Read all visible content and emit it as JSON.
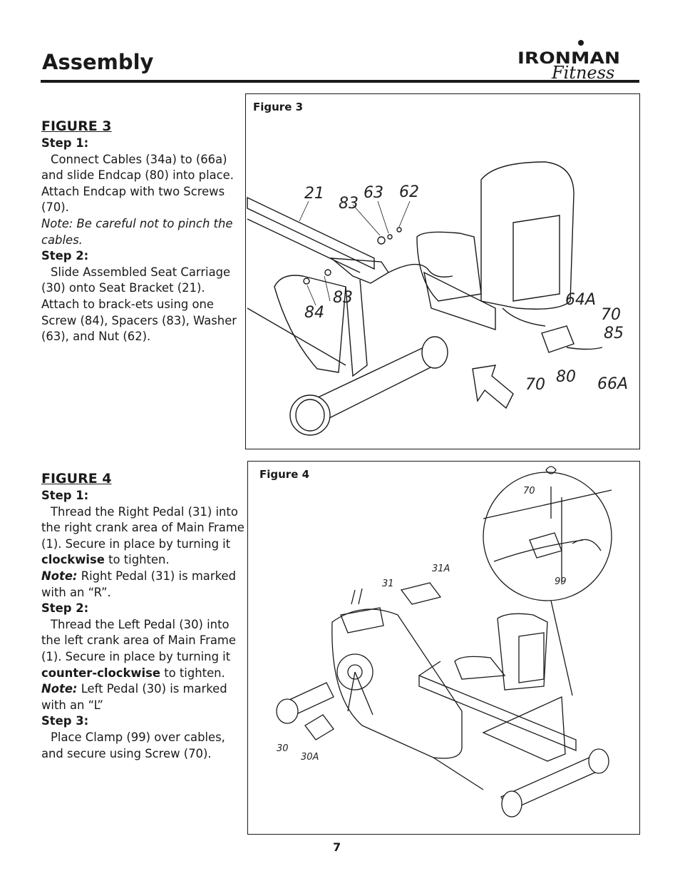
{
  "header": {
    "title": "Assembly",
    "logo": {
      "brand_top": "IRONMAN",
      "brand_bottom": "Fitness"
    }
  },
  "figure3": {
    "heading": "FIGURE 3",
    "step1_label": "Step 1:",
    "step1_text": "Connect Cables (34a) to (66a) and slide Endcap (80) into place.  Attach Endcap with two Screws (70).",
    "note": "Note:  Be careful not to pinch the cables.",
    "step2_label": "Step 2:",
    "step2_text": "Slide Assembled Seat Carriage (30) onto Seat Bracket (21).  Attach to brack-ets using one Screw (84), Spacers (83), Washer (63), and Nut (62).",
    "box_label": "Figure 3",
    "callouts": [
      "21",
      "83",
      "63",
      "62",
      "83",
      "84",
      "64A",
      "70",
      "85",
      "70",
      "80",
      "66A"
    ]
  },
  "figure4": {
    "heading": "FIGURE 4",
    "step1_label": "Step 1:",
    "step1_text_a": "Thread the Right Pedal (31) into the right crank area of Main Frame (1).  Secure in place by turning it ",
    "step1_emph": "clockwise",
    "step1_text_b": " to tighten.",
    "note1_label": "Note:",
    "note1_text": " Right Pedal (31) is marked with an “R”.",
    "step2_label": "Step 2:",
    "step2_text_a": "Thread the Left Pedal (30) into the left crank area of Main Frame (1).  Secure in place by turning it ",
    "step2_emph": "counter-clockwise",
    "step2_text_b": " to tighten.",
    "note2_label": "Note:",
    "note2_text": " Left Pedal (30) is marked with an “L”",
    "step3_label": "Step 3:",
    "step3_text": "Place Clamp (99) over cables, and secure using Screw (70).",
    "box_label": "Figure 4",
    "callouts": [
      "70",
      "99",
      "31A",
      "31",
      "30",
      "30A"
    ]
  },
  "page_number": "7"
}
